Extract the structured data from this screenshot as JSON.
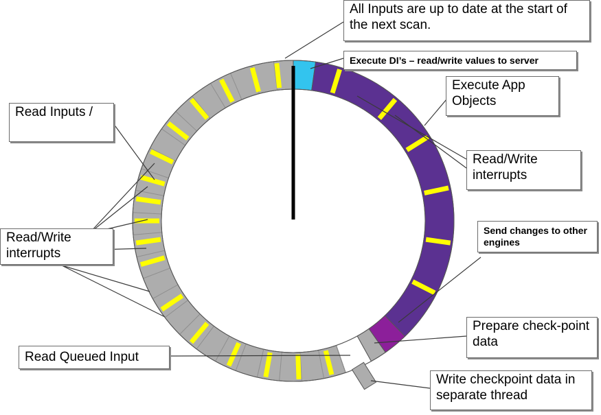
{
  "colors": {
    "gray": "#adadad",
    "yellow": "#ffff00",
    "purple": "#5b3191",
    "cyan": "#33c4ee",
    "magenta": "#8c1f9a",
    "white": "#ffffff",
    "outline": "#555555",
    "hand": "#000000"
  },
  "labels": {
    "all_inputs": "All Inputs are up to date at the start of the next scan.",
    "execute_dis": "Execute DI’s – read/write values to server",
    "execute_app": "Execute App Objects",
    "rw_right": "Read/Write interrupts",
    "send_changes": "Send changes to other engines",
    "prepare_checkpoint": "Prepare check-point data",
    "write_checkpoint": "Write checkpoint data in separate thread",
    "read_queued": "Read Queued Input",
    "rw_left": "Read/Write interrupts",
    "read_inputs": "Read Inputs /"
  }
}
